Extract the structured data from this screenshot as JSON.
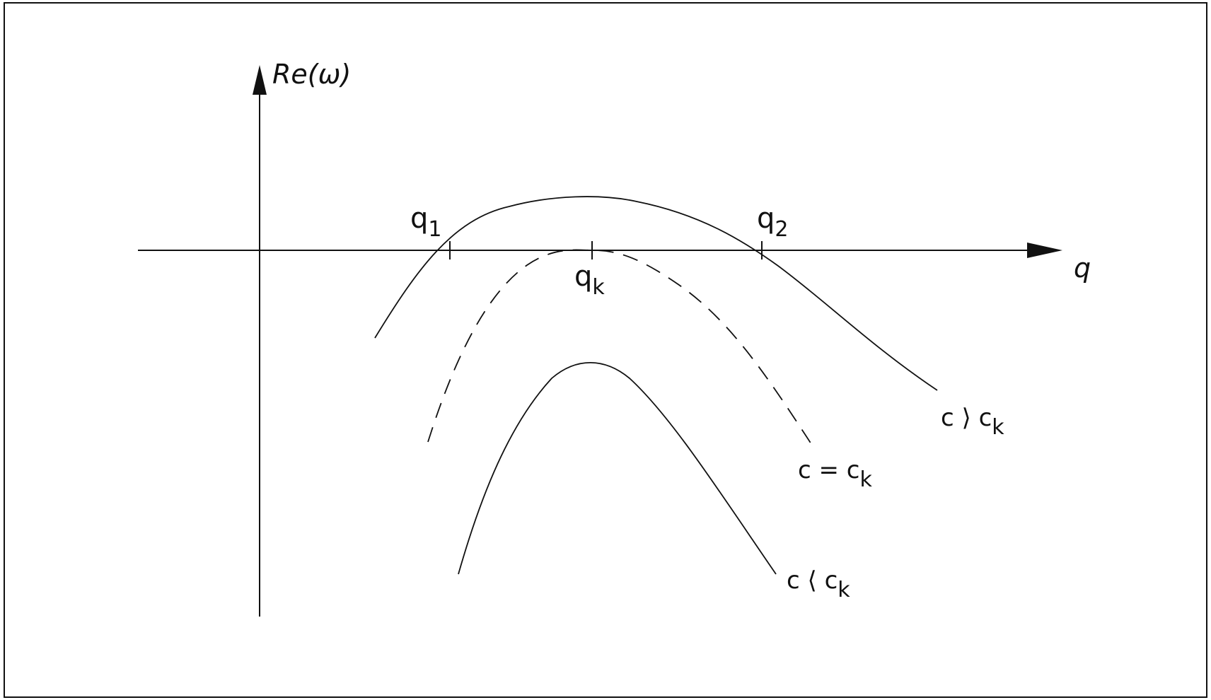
{
  "colors": {
    "ink": "#111111",
    "background": "#ffffff"
  },
  "axes": {
    "y_label": {
      "main": "Re",
      "paren": "(ω)"
    },
    "x_label": "q"
  },
  "points": {
    "q1": {
      "main": "q",
      "sub": "1"
    },
    "q2": {
      "main": "q",
      "sub": "2"
    },
    "qk": {
      "main": "q",
      "sub": "k"
    }
  },
  "curves": {
    "greater": {
      "main": "c ⟩ c",
      "sub": "k",
      "style": "solid"
    },
    "equal": {
      "main": "c = c",
      "sub": "k",
      "style": "dashed"
    },
    "less": {
      "main": "c ⟨ c",
      "sub": "k",
      "style": "solid"
    }
  }
}
